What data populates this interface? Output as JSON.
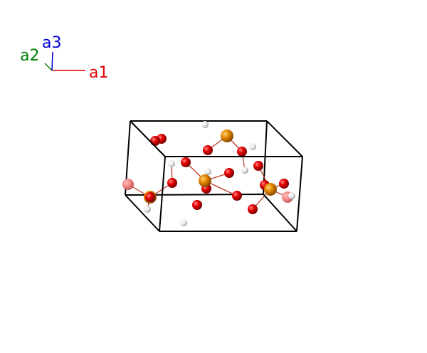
{
  "axes": {
    "a1": {
      "label": "a1",
      "color": "#e00000"
    },
    "a2": {
      "label": "a2",
      "color": "#008000"
    },
    "a3": {
      "label": "a3",
      "color": "#0000e0"
    }
  },
  "atom_colors": {
    "oxygen": "#e60000",
    "phosphorus": "#e68a00",
    "hydrogen": "#f0f0f0",
    "ghost_oxygen": "#f08080"
  },
  "bond_color": "#c0392b",
  "cell_color": "#000000"
}
